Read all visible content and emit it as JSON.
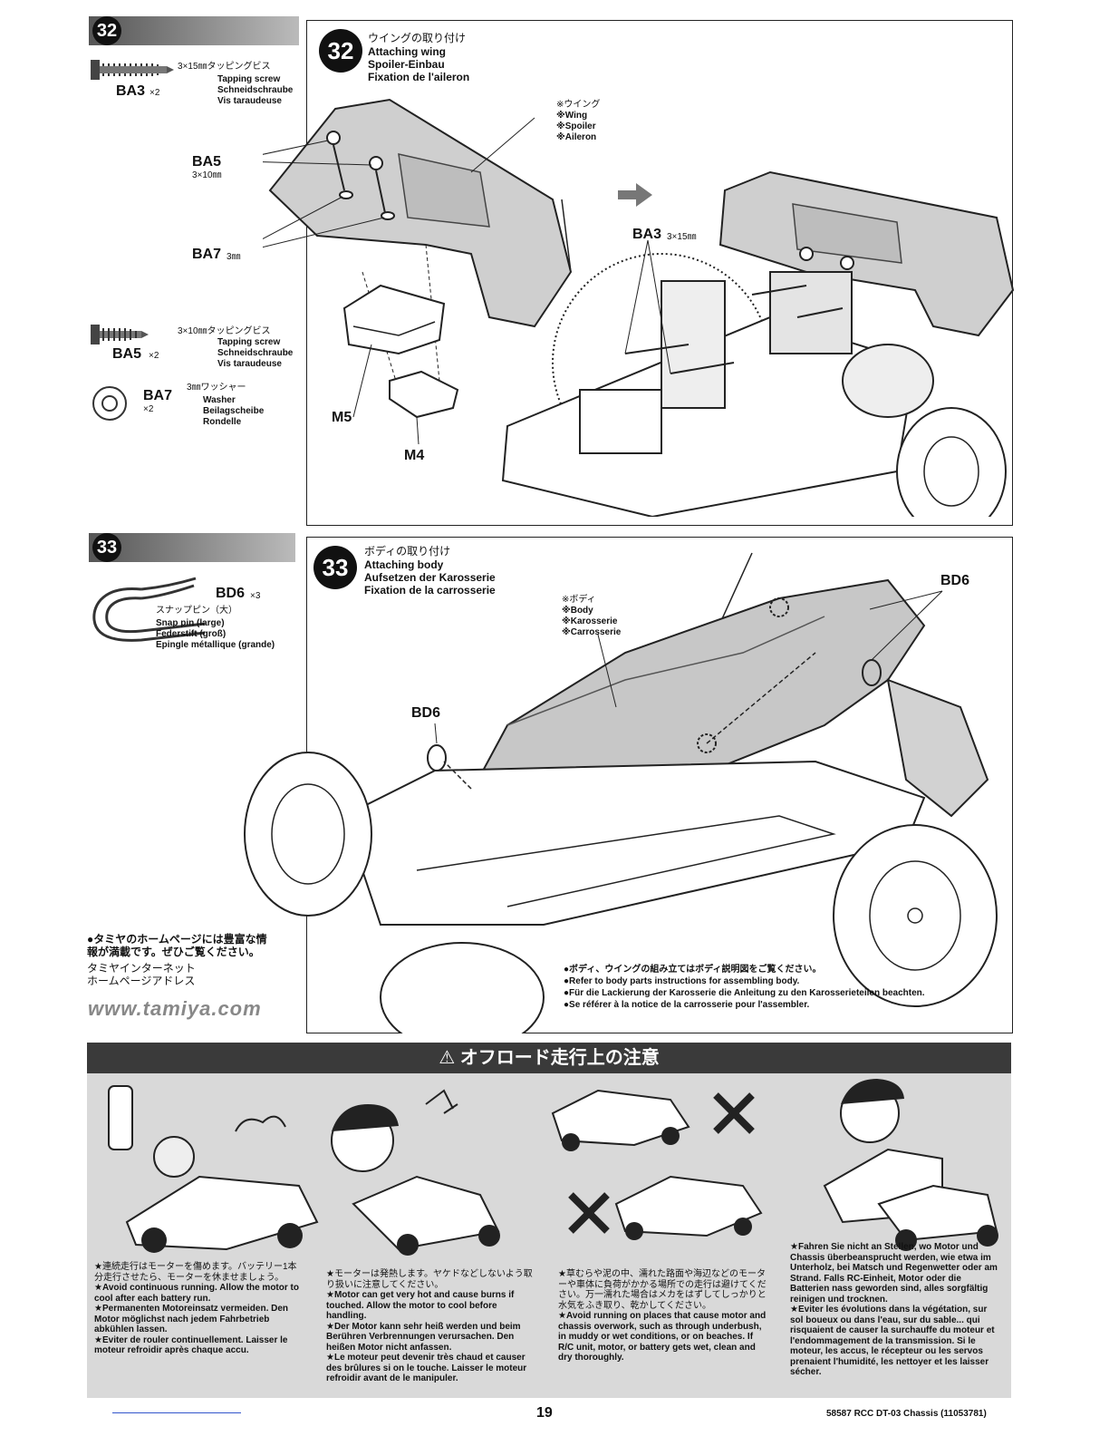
{
  "step32": {
    "number": "32",
    "parts": [
      {
        "code": "BA3",
        "qty": "×2",
        "size": "3×15㎜タッピングビス",
        "names": [
          "Tapping screw",
          "Schneidschraube",
          "Vis taraudeuse"
        ]
      },
      {
        "code": "BA5",
        "qty": "×2",
        "size": "3×10㎜タッピングビス",
        "names": [
          "Tapping screw",
          "Schneidschraube",
          "Vis taraudeuse"
        ]
      },
      {
        "code": "BA7",
        "qty": "×2",
        "size": "3㎜ワッシャー",
        "names": [
          "Washer",
          "Beilagscheibe",
          "Rondelle"
        ]
      }
    ],
    "title_jp": "ウイングの取り付け",
    "title_en": "Attaching wing",
    "title_de": "Spoiler-Einbau",
    "title_fr": "Fixation de l'aileron",
    "wing_note": [
      "※ウイング",
      "※Wing",
      "※Spoiler",
      "※Aileron"
    ],
    "callouts": {
      "ba5": "BA5",
      "ba5_size": "3×10㎜",
      "ba7": "BA7",
      "ba7_size": "3㎜",
      "ba3": "BA3",
      "ba3_size": "3×15㎜",
      "m5": "M5",
      "m4": "M4"
    }
  },
  "step33": {
    "number": "33",
    "part": {
      "code": "BD6",
      "qty": "×3",
      "names": [
        "スナップピン（大）",
        "Snap pin (large)",
        "Federstift (groß)",
        "Epingle métallique (grande)"
      ]
    },
    "title_jp": "ボディの取り付け",
    "title_en": "Attaching body",
    "title_de": "Aufsetzen der Karosserie",
    "title_fr": "Fixation de la carrosserie",
    "body_note": [
      "※ボディ",
      "※Body",
      "※Karosserie",
      "※Carrosserie"
    ],
    "callouts": {
      "bd6a": "BD6",
      "bd6b": "BD6"
    },
    "notes": [
      "●ボディ、ウイングの組み立てはボディ説明図をご覧ください。",
      "●Refer to body parts instructions for assembling body.",
      "●Für die Lackierung der Karosserie die Anleitung zu den Karosserieteilen beachten.",
      "●Se référer à la notice de la carrosserie pour l'assembler."
    ]
  },
  "homepage": {
    "jp1": "●タミヤのホームページには豊富な情",
    "jp2": "報が満載です。ぜひご覧ください。",
    "jp3": "タミヤインターネット",
    "jp4": "ホームページアドレス",
    "url": "www.tamiya.com"
  },
  "warning": {
    "title": "⚠ オフロード走行上の注意",
    "cols": [
      [
        "★連続走行はモーターを傷めます。バッテリー1本分走行させたら、モーターを休ませましょう。",
        "★Avoid continuous running. Allow the motor to cool after each battery run.",
        "★Permanenten Motoreinsatz vermeiden. Den Motor möglichst nach jedem Fahrbetrieb abkühlen lassen.",
        "★Eviter de rouler continuellement. Laisser le moteur refroidir après chaque accu."
      ],
      [
        "★モーターは発熱します。ヤケドなどしないよう取り扱いに注意してください。",
        "★Motor can get very hot and cause burns if touched. Allow the motor to cool before handling.",
        "★Der Motor kann sehr heiß werden und beim Berühren Verbrennungen verursachen. Den heißen Motor nicht anfassen.",
        "★Le moteur peut devenir très chaud et causer des brûlures si on le touche. Laisser le moteur refroidir avant de le manipuler."
      ],
      [
        "★草むらや泥の中、濡れた路面や海辺などのモーターや車体に負荷がかかる場所での走行は避けてください。万一濡れた場合はメカをはずしてしっかりと水気をふき取り、乾かしてください。",
        "★Avoid running on places that cause motor and chassis overwork, such as through underbush, in muddy or wet conditions, or on beaches. If R/C unit, motor, or battery gets wet, clean and dry thoroughly."
      ],
      [
        "★Fahren Sie nicht an Stellen, wo Motor und Chassis überbeansprucht werden, wie etwa im Unterholz, bei Matsch und Regenwetter oder am Strand. Falls RC-Einheit, Motor oder die Batterien nass geworden sind, alles sorgfältig reinigen und trocknen.",
        "★Eviter les évolutions dans la végétation, sur sol boueux ou dans l'eau, sur du sable... qui risquaient de causer la surchauffe du moteur et l'endommagement de la transmission. Si le moteur, les accus, le récepteur ou les servos prenaient l'humidité, les nettoyer et les laisser sécher."
      ]
    ]
  },
  "footer": {
    "page": "19",
    "code": "58587 RCC DT-03 Chassis (11053781)"
  }
}
